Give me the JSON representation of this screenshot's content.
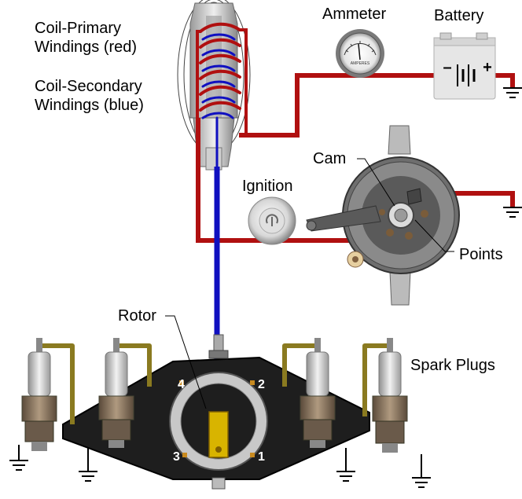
{
  "labels": {
    "coil_primary": [
      "Coil-Primary",
      "Windings (red)"
    ],
    "coil_secondary": [
      "Coil-Secondary",
      "Windings (blue)"
    ],
    "ammeter": "Ammeter",
    "battery": "Battery",
    "cam": "Cam",
    "ignition": "Ignition",
    "points": "Points",
    "rotor": "Rotor",
    "spark_plugs": "Spark Plugs"
  },
  "ammeter_face_text": "AMPERES",
  "battery_terminals": {
    "negative": "–",
    "positive": "+"
  },
  "cap_numbers": [
    "4",
    "2",
    "3",
    "1"
  ],
  "colors": {
    "primary_wire": "#b01010",
    "secondary_wire": "#1010c0",
    "distributor_base": "#1e1e1e",
    "brass_lead": "#8a7a20",
    "battery_body": "#e6e6e6",
    "rotor_tip": "#d8b400"
  }
}
